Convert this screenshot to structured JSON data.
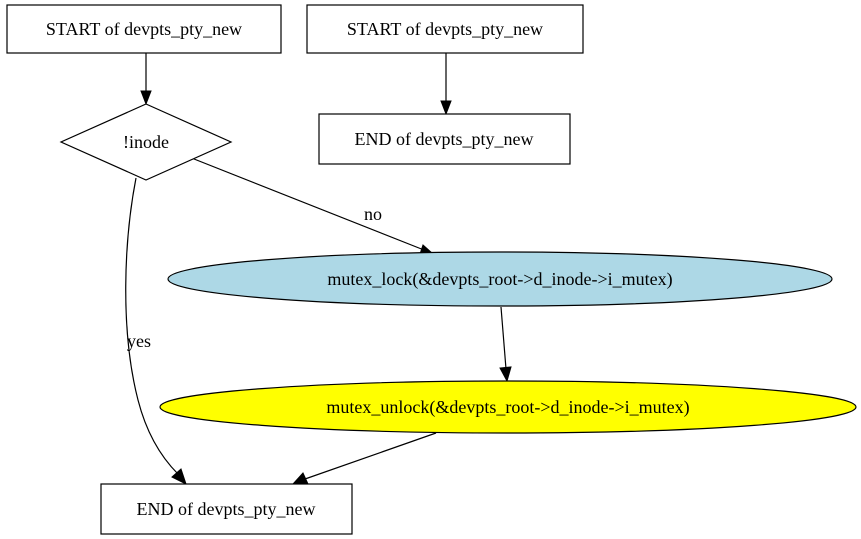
{
  "nodes": {
    "start_left": {
      "label": "START of devpts_pty_new"
    },
    "start_right": {
      "label": "START of devpts_pty_new"
    },
    "cond_inode": {
      "label": "!inode"
    },
    "end_right": {
      "label": "END of devpts_pty_new"
    },
    "mutex_lock": {
      "label": "mutex_lock(&devpts_root->d_inode->i_mutex)",
      "fill": "#add8e6"
    },
    "mutex_unlock": {
      "label": "mutex_unlock(&devpts_root->d_inode->i_mutex)",
      "fill": "#ffff00"
    },
    "end_bottom": {
      "label": "END of devpts_pty_new"
    }
  },
  "edges": {
    "no_label": "no",
    "yes_label": "yes"
  }
}
